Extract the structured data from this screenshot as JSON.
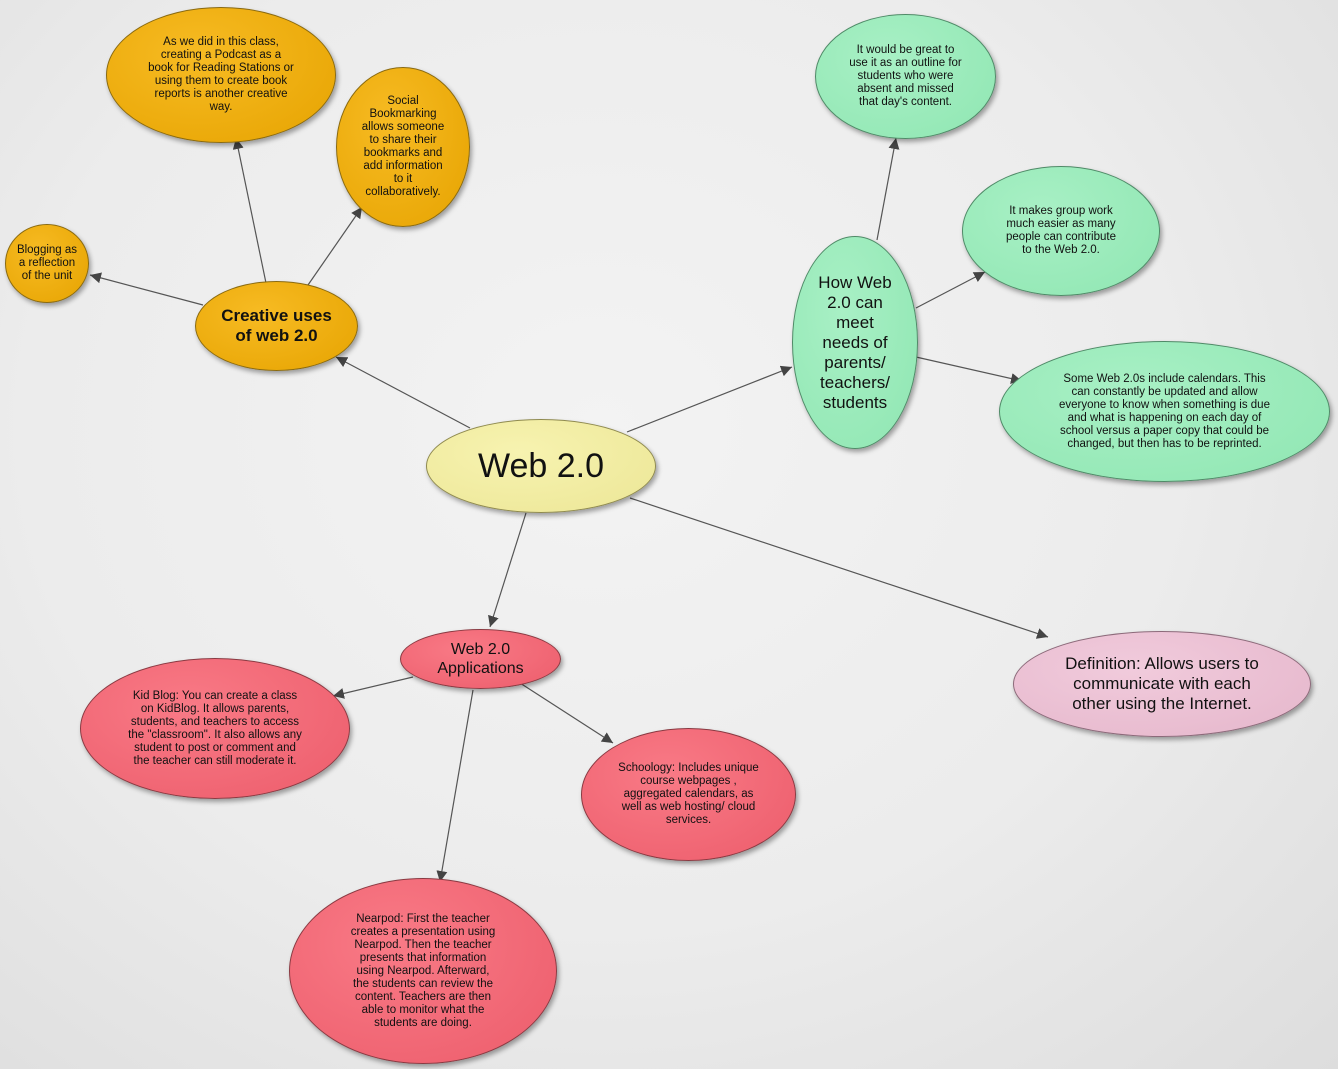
{
  "center": "Web 2.0",
  "creative": {
    "title": "Creative uses of web 2.0",
    "podcast": "As we did in this class, creating a Podcast as a book for Reading Stations or using them to create book reports is another creative way.",
    "social": "Social Bookmarking allows someone to share their bookmarks and add information to it collaboratively.",
    "blogging": "Blogging as a reflection of the unit"
  },
  "needs": {
    "title": "How Web 2.0 can meet needs of parents/ teachers/ students",
    "outline": "It would be great to use it as an outline for students who were absent and missed that day's content.",
    "group": "It makes group work much easier as many people can contribute to the Web 2.0.",
    "calendars": "Some Web 2.0s include calendars. This can constantly be updated and allow everyone to know when something is due and what is happening on each day of school versus a paper copy that could be changed, but then has to be reprinted."
  },
  "applications": {
    "title": "Web 2.0 Applications",
    "kidblog": "Kid Blog: You can create a class on KidBlog. It allows parents, students, and teachers to access the \"classroom\". It also allows any student to post or comment and the teacher can still moderate it.",
    "schoology": "Schoology: Includes unique course webpages , aggregated calendars, as well as web hosting/ cloud services.",
    "nearpod": "Nearpod:  First the teacher creates a presentation using Nearpod. Then the teacher presents that information using Nearpod. Afterward, the students can review the content. Teachers are then able to monitor what the students are doing."
  },
  "definition": "Definition: Allows users to communicate with each other using the Internet."
}
